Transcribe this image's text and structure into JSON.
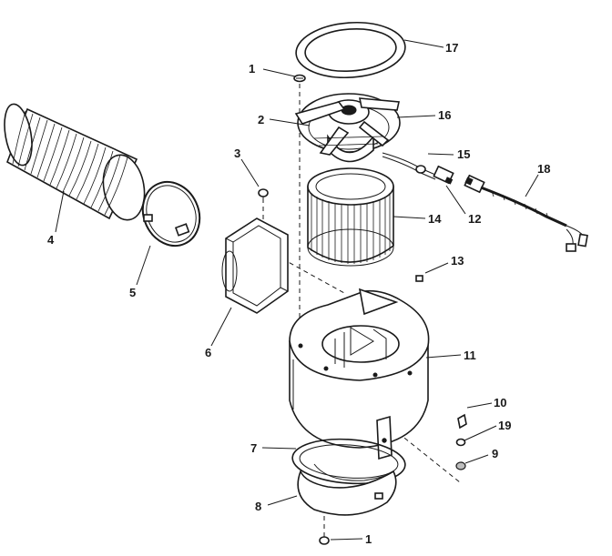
{
  "callouts": {
    "c1": "1",
    "c1b": "1",
    "c2": "2",
    "c3": "3",
    "c4": "4",
    "c5": "5",
    "c6": "6",
    "c7": "7",
    "c8": "8",
    "c9": "9",
    "c10": "10",
    "c11": "11",
    "c12": "12",
    "c13": "13",
    "c14": "14",
    "c15": "15",
    "c16": "16",
    "c17": "17",
    "c18": "18",
    "c19": "19"
  }
}
